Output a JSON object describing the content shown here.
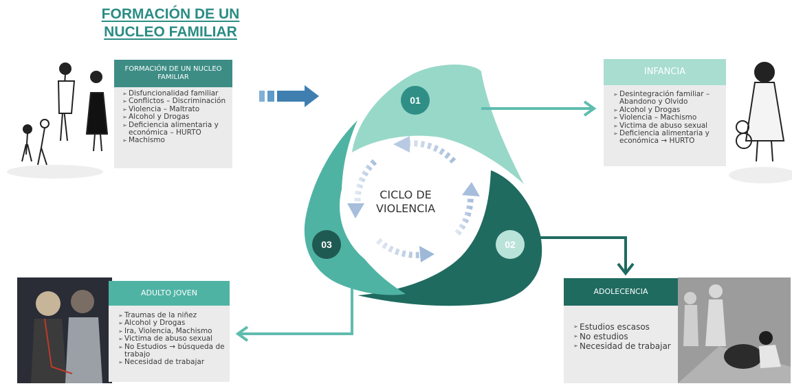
{
  "title": {
    "line1": "FORMACIÓN DE UN",
    "line2": "NUCLEO FAMILIAR"
  },
  "center": {
    "line1": "CICLO DE",
    "line2": "VIOLENCIA"
  },
  "stages": [
    {
      "number": "01",
      "heading": "INFANCIA",
      "items": [
        "Desintegración familiar – Abandono y Olvido",
        "Alcohol y Drogas",
        "Violencia – Machismo",
        "Victima de abuso sexual",
        "Deficiencia alimentaria y económica → HURTO"
      ]
    },
    {
      "number": "02",
      "heading": "ADOLECENCIA",
      "items": [
        "Estudios escasos",
        "No estudios",
        "Necesidad de trabajar"
      ]
    },
    {
      "number": "03",
      "heading": "ADULTO JOVEN",
      "items": [
        "Traumas de la niñez",
        "Alcohol y Drogas",
        "Ira, Violencia, Machismo",
        "Victima de abuso sexual",
        "No Estudios → búsqueda de trabajo",
        "Necesidad de trabajar"
      ]
    }
  ],
  "origin": {
    "heading": "FORMACIÓN DE UN NUCLEO FAMILIAR",
    "items": [
      "Disfuncionalidad familiar",
      "Conflictos – Discriminación",
      "Violencia – Maltrato",
      "Alcohol y Drogas",
      "Deficiencia alimentaria y económica – HURTO",
      "Machismo"
    ]
  },
  "colors": {
    "light_teal": "#98d8c8",
    "mid_teal": "#4fb3a4",
    "dark_teal": "#1f6b60",
    "header_teal": "#3d8d85",
    "arrow_blue": "#3f7fb0",
    "card_gray": "#ebebeb"
  }
}
